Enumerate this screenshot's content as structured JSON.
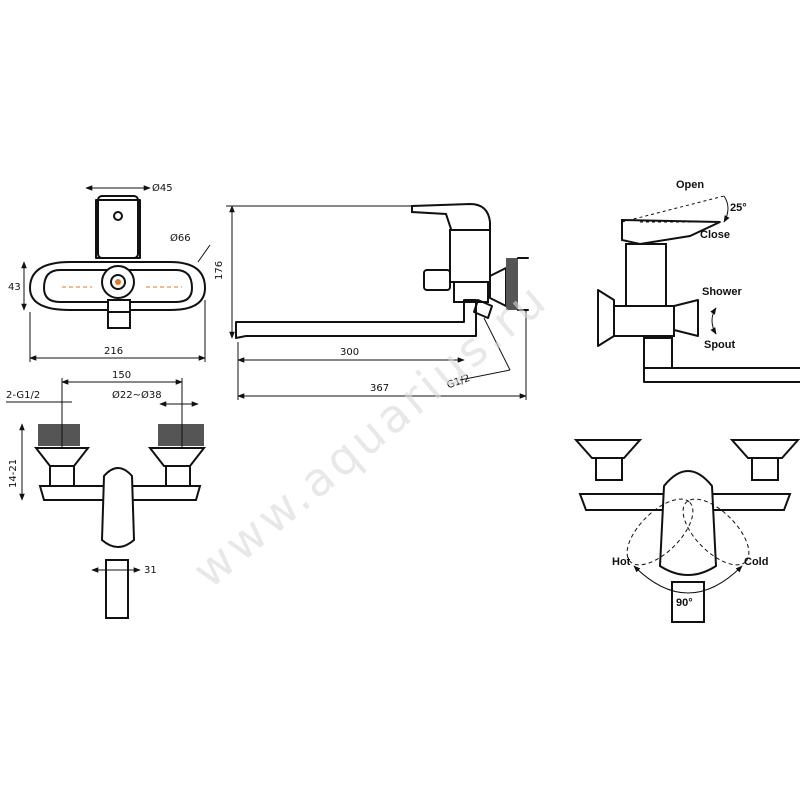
{
  "watermark": "www.aquarius.ru",
  "front_view": {
    "dim_top_diameter": "Ø45",
    "dim_eccentric_diameter": "Ø66",
    "dim_height": "43",
    "dim_width": "216"
  },
  "side_view": {
    "dim_height": "176",
    "dim_spout": "300",
    "dim_total": "367",
    "dim_thread": "G1/2"
  },
  "bottom_view": {
    "dim_inlet_thread": "2-G1/2",
    "dim_center_distance": "150",
    "dim_diameter_range": "Ø22~Ø38",
    "dim_vertical": "14-21",
    "dim_outlet": "31"
  },
  "operation_side": {
    "label_open": "Open",
    "label_angle": "25°",
    "label_close": "Close",
    "label_shower": "Shower",
    "label_spout": "Spout"
  },
  "operation_front": {
    "label_hot": "Hot",
    "label_cold": "Cold",
    "label_angle": "90°"
  }
}
